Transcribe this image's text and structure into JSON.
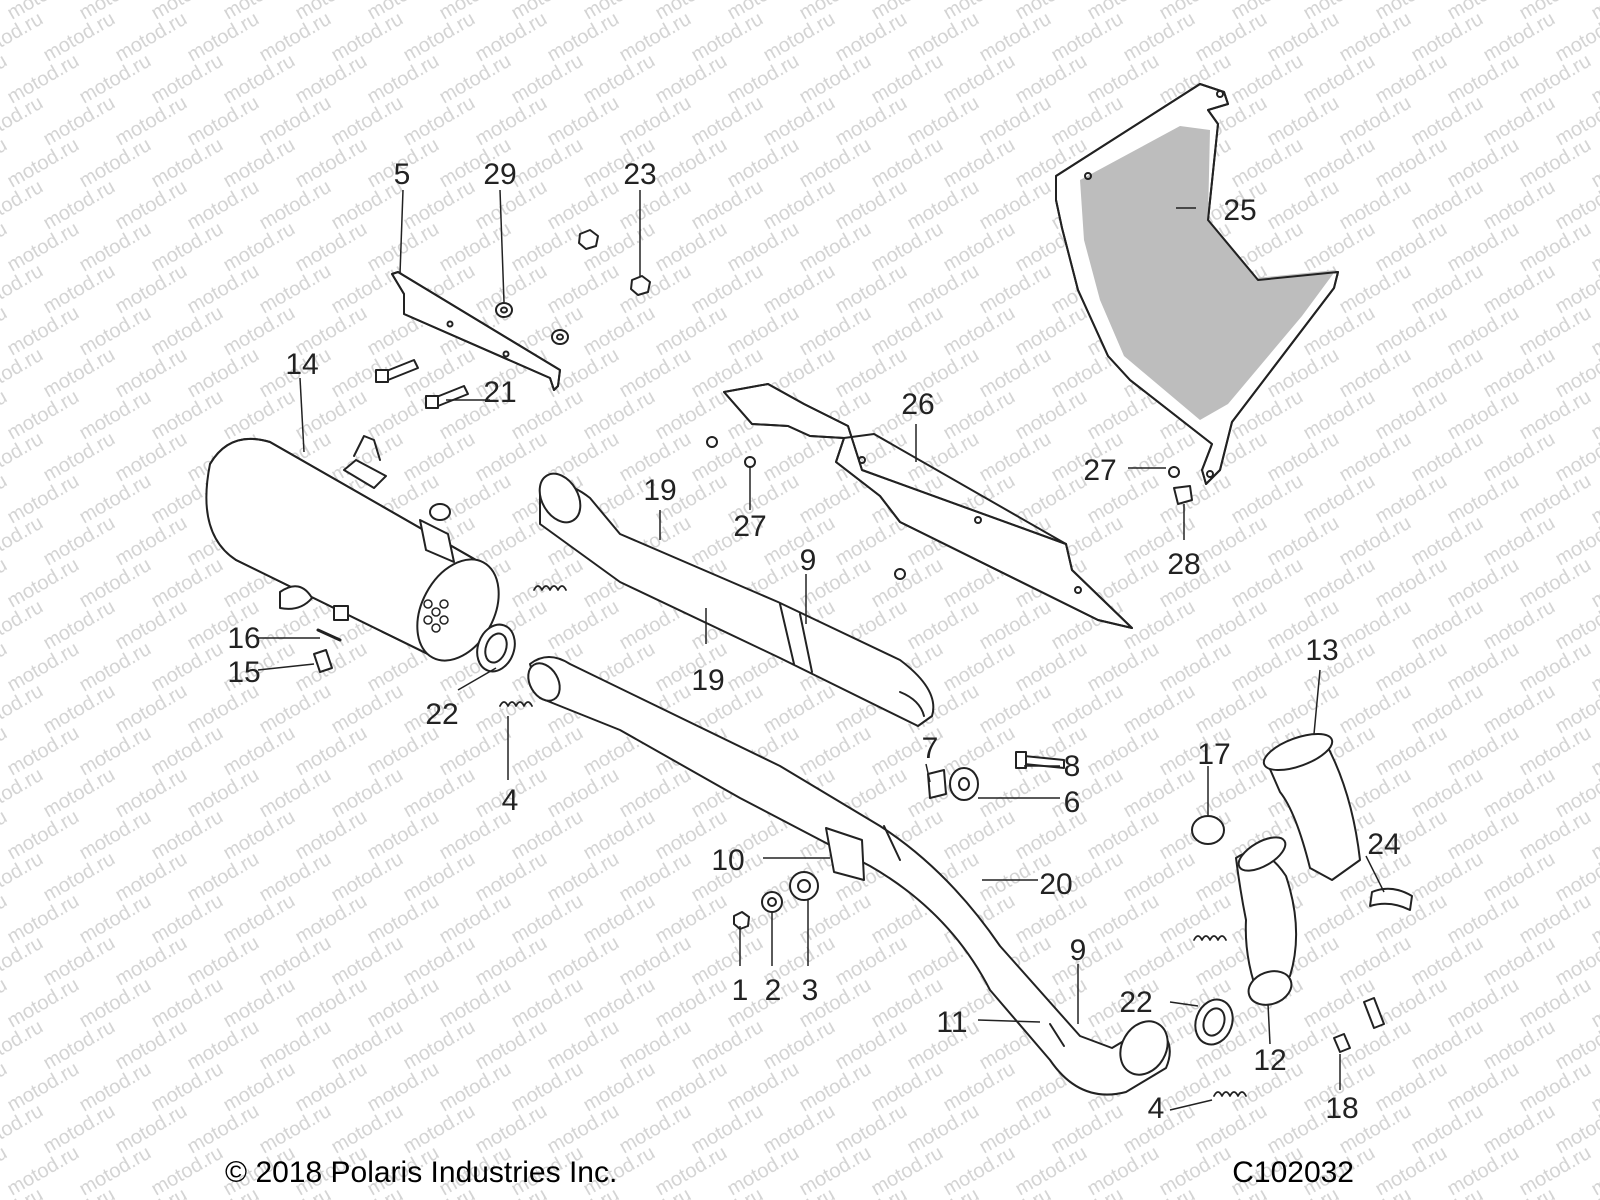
{
  "watermark": "motod.ru",
  "footer": {
    "copyright": "© 2018 Polaris Industries Inc.",
    "code": "C102032"
  },
  "callouts": [
    "1",
    "2",
    "3",
    "4",
    "4",
    "5",
    "6",
    "7",
    "8",
    "9",
    "9",
    "10",
    "11",
    "12",
    "13",
    "14",
    "15",
    "16",
    "17",
    "18",
    "19",
    "19",
    "20",
    "21",
    "22",
    "22",
    "23",
    "24",
    "25",
    "26",
    "27",
    "27",
    "28",
    "29"
  ],
  "colors": {
    "line": "#222222",
    "fill": "#ffffff",
    "shade": "#bdbdbd",
    "watermark": "#d4d4d4"
  }
}
